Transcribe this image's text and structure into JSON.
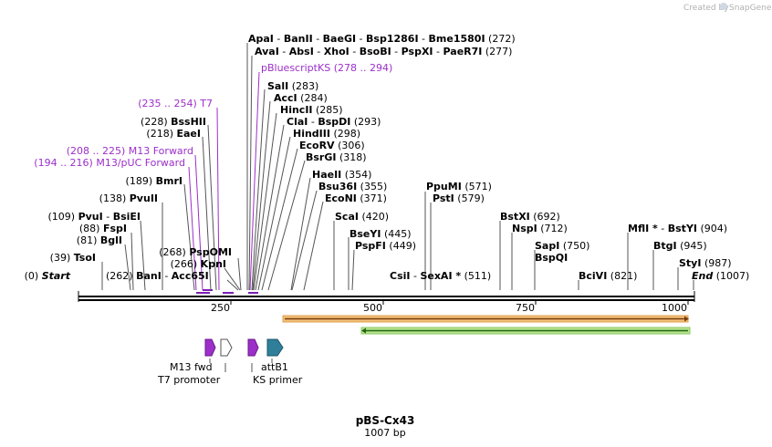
{
  "credit": {
    "prefix": "Created by",
    "brand": "SnapGene"
  },
  "title": {
    "name": "pBS-Cx43",
    "length": "1007 bp"
  },
  "ruler": {
    "ticks": [
      "250",
      "500",
      "750",
      "1000"
    ]
  },
  "colors": {
    "purple": "#9c2fc9",
    "primer_bar": "#7b1fb4",
    "orange_arrow": "#f2c178",
    "green_arrow": "#b6e38f",
    "attb_feature": "#2f7f9a"
  },
  "labels": {
    "r1": {
      "a": "ApaI",
      "b": "BanII",
      "c": "BaeGI",
      "d": "Bsp1286I",
      "e": "Bme1580I",
      "pos": "(272)"
    },
    "r2": {
      "a": "AvaI",
      "b": "AbsI",
      "c": "XhoI",
      "d": "BsoBI",
      "e": "PspXI",
      "f": "PaeR7I",
      "pos": "(277)"
    },
    "pbks": "pBluescriptKS",
    "pbks_pos": "(278 .. 294)",
    "sali": "SalI",
    "sali_pos": "(283)",
    "acci": "AccI",
    "acci_pos": "(284)",
    "hincii": "HincII",
    "hincii_pos": "(285)",
    "clai": "ClaI",
    "bspdi": "BspDI",
    "clai_pos": "(293)",
    "hindiii": "HindIII",
    "hindiii_pos": "(298)",
    "ecorv": "EcoRV",
    "ecorv_pos": "(306)",
    "bsrgi": "BsrGI",
    "bsrgi_pos": "(318)",
    "haeii": "HaeII",
    "haeii_pos": "(354)",
    "bsu36i": "Bsu36I",
    "bsu36i_pos": "(355)",
    "econi": "EcoNI",
    "econi_pos": "(371)",
    "scai": "ScaI",
    "scai_pos": "(420)",
    "bseyi": "BseYI",
    "bseyi_pos": "(445)",
    "pspfi": "PspFI",
    "pspfi_pos": "(449)",
    "csii": "CsiI",
    "sexai": "SexAI *",
    "csii_pos": "(511)",
    "ppumi": "PpuMI",
    "ppumi_pos": "(571)",
    "psti": "PstI",
    "psti_pos": "(579)",
    "bstxi": "BstXI",
    "bstxi_pos": "(692)",
    "nspi": "NspI",
    "nspi_pos": "(712)",
    "sapi": "SapI",
    "sapi_pos": "(750)",
    "bspqi": "BspQI",
    "bcivi": "BciVI",
    "bcivi_pos": "(821)",
    "mfli": "MflI *",
    "bstyi": "BstYI",
    "mfli_pos": "(904)",
    "btgi": "BtgI",
    "btgi_pos": "(945)",
    "styi": "StyI",
    "styi_pos": "(987)",
    "end": "End",
    "end_pos": "(1007)",
    "t7": "T7",
    "t7_pos": "(235 .. 254)",
    "bsshii": "BssHII",
    "bsshii_pos": "(228)",
    "eaei": "EaeI",
    "eaei_pos": "(218)",
    "m13f": "M13 Forward",
    "m13f_pos": "(208 .. 225)",
    "m13puc": "M13/pUC Forward",
    "m13puc_pos": "(194 .. 216)",
    "bmri": "BmrI",
    "bmri_pos": "(189)",
    "pvuii": "PvuII",
    "pvuii_pos": "(138)",
    "pvui": "PvuI",
    "bsiei": "BsiEI",
    "pvui_pos": "(109)",
    "fspi": "FspI",
    "fspi_pos": "(88)",
    "bgli": "BglI",
    "bgli_pos": "(81)",
    "tsoi": "TsoI",
    "tsoi_pos": "(39)",
    "pspomi": "PspOMI",
    "pspomi_pos": "(268)",
    "kpni": "KpnI",
    "kpni_pos": "(266)",
    "start": "Start",
    "start_pos": "(0)",
    "bani": "BanI",
    "bani_pos": "(262)",
    "acc65i": "Acc65I"
  },
  "features": {
    "m13fwd": "M13 fwd",
    "t7promoter": "T7 promoter",
    "attb1": "attB1",
    "ksprimer": "KS primer"
  }
}
